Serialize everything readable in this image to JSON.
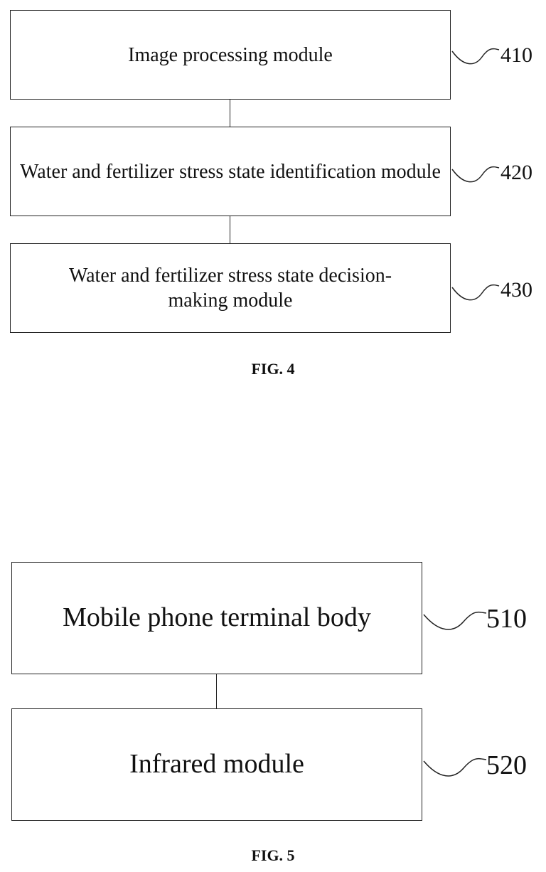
{
  "fig4": {
    "caption": "FIG. 4",
    "boxes": [
      {
        "label": "Image processing module",
        "ref": "410"
      },
      {
        "label": "Water and fertilizer stress state identification module",
        "ref": "420"
      },
      {
        "label": "Water and fertilizer stress state decision-making module",
        "ref": "430"
      }
    ]
  },
  "fig5": {
    "caption": "FIG. 5",
    "boxes": [
      {
        "label": "Mobile phone terminal body",
        "ref": "510"
      },
      {
        "label": "Infrared module",
        "ref": "520"
      }
    ]
  },
  "colors": {
    "line": "#222222",
    "text": "#111111",
    "background": "#ffffff"
  }
}
